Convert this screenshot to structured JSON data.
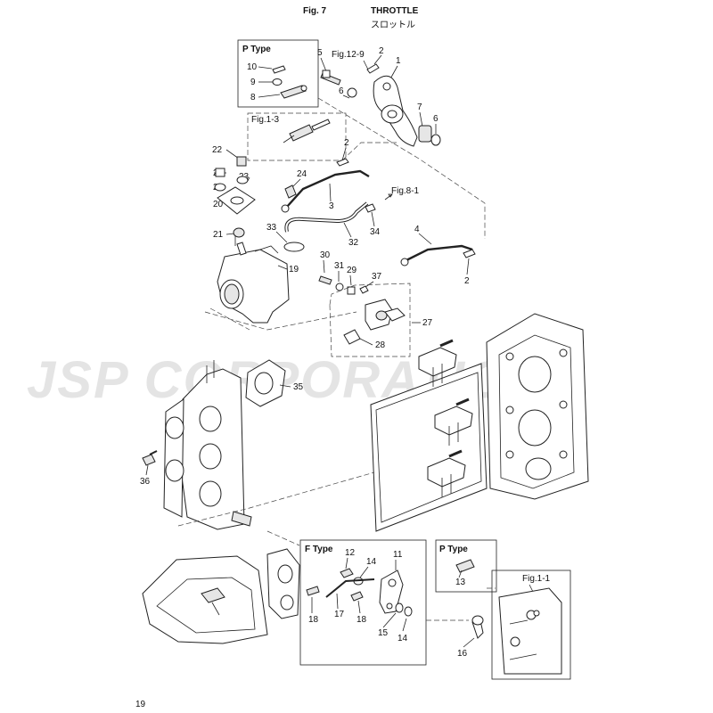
{
  "header": {
    "fig_label": "Fig. 7",
    "title": "THROTTLE",
    "title_jp": "スロットル"
  },
  "page_number": "19",
  "watermark": "JSP CORPORATION",
  "boxes": {
    "p_type_top": "P Type",
    "f_type": "F Type",
    "p_type_bottom": "P Type"
  },
  "references": {
    "fig_12_9": "Fig.12-9",
    "fig_1_3": "Fig.1-3",
    "fig_8_1": "Fig.8-1",
    "fig_1_1": "Fig.1-1"
  },
  "callouts": {
    "c1": "1",
    "c2a": "2",
    "c2b": "2",
    "c2c": "2",
    "c3": "3",
    "c4": "4",
    "c5": "5",
    "c6a": "6",
    "c6b": "6",
    "c7": "7",
    "c8": "8",
    "c9": "9",
    "c10": "10",
    "c11": "11",
    "c12": "12",
    "c13": "13",
    "c14a": "14",
    "c14b": "14",
    "c15": "15",
    "c16": "16",
    "c17": "17",
    "c18a": "18",
    "c18b": "18",
    "c19": "19",
    "c20": "20",
    "c21": "21",
    "c22": "22",
    "c23": "23",
    "c24": "24",
    "c25": "25",
    "c26": "26",
    "c27": "27",
    "c28": "28",
    "c29": "29",
    "c30": "30",
    "c31": "31",
    "c32": "32",
    "c33": "33",
    "c34": "34",
    "c35": "35",
    "c36": "36",
    "c37": "37"
  }
}
